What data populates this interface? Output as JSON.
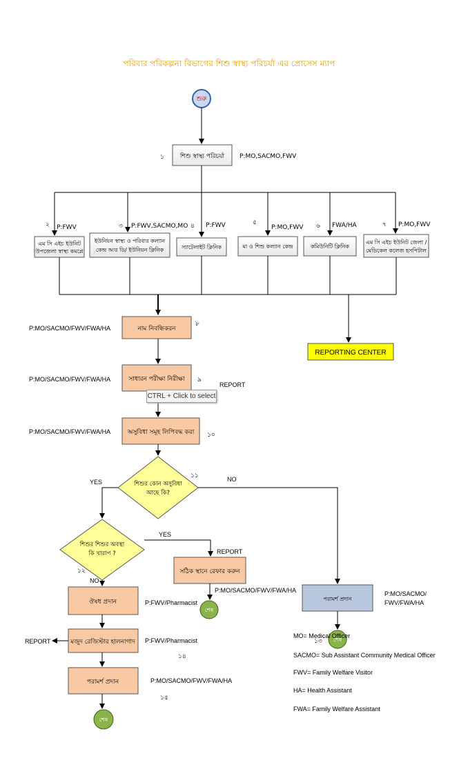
{
  "title": "পরিবার পরিকল্পনা বিভাগের শিশু স্বাস্থ্য পরিচর্যা এর প্রোসেস ম্যাপ",
  "start_label": "শুরু",
  "end_label": "শেষ",
  "step1": {
    "num": "১",
    "label": "শিশু স্বাস্থ্য পরিচর্যা",
    "role": "P:MO,SACMO,FWV"
  },
  "branches": [
    {
      "num": "২",
      "role": "P:FWV",
      "line1": "এম সি এইচ ইউনিট",
      "line2": "উপজেলা স্বাস্থ্য কমপ্লে"
    },
    {
      "num": "৩",
      "role": "P:FWV,SACMO,MO",
      "line1": "ইউনিয়ন স্বাস্থ্য ও পরিবার কল্যান",
      "line2": "কেন্দ্র আর ডি/ ইউনিয়ন ক্লিনিক"
    },
    {
      "num": "৪",
      "role": "P:FWV",
      "line1": "স্যাটেলাইট ক্লিনিক",
      "line2": ""
    },
    {
      "num": "৫",
      "role": "P:MO,FWV",
      "line1": "মা ও শিশু কল্যান কেন্দ্র",
      "line2": ""
    },
    {
      "num": "৬",
      "role": "FWA/HA",
      "line1": "কমিউনিটি ক্লিনিক",
      "line2": ""
    },
    {
      "num": "৭",
      "role": "P:MO,FWV",
      "line1": "এম সি এইচ ইউনিট জেলা /",
      "line2": "মেডিকেল কলেজ হসপিটাল"
    }
  ],
  "reporting_center": "REPORTING CENTER",
  "step8": {
    "num": "৮",
    "label": "নাম নিবন্ধিকরন",
    "role": "P:MO/SACMO/FWV/FWA/HA"
  },
  "step9": {
    "num": "৯",
    "label": "সাধারন পরীক্ষা নিরীক্ষা",
    "role": "P:MO/SACMO/FWV/FWA/HA",
    "report": "REPORT"
  },
  "step10": {
    "num": "১০",
    "label": "অসুবিধা সমূহ লিপিবদ্ধ করা",
    "role": "P:MO/SACMO/FWV/FWA/HA"
  },
  "decision11": {
    "num": "১১",
    "line1": "শিশুর কোন অসুবিধা",
    "line2": "আছে কি?",
    "yes": "YES",
    "no": "NO"
  },
  "decision12": {
    "num": "১২",
    "line1": "শিশুর শিশুর অবস্থা",
    "line2": "কি খারাপ ?",
    "yes": "YES",
    "no": "NO"
  },
  "refer": {
    "label": "সঠিক স্থানে রেফার করুন",
    "report": "REPORT",
    "role": "P:MO/SACMO/FWV/FWA/HA"
  },
  "counsel13": {
    "num": "১৩",
    "label": "পরামর্শ প্রদান",
    "role1": "P:MO/SACMO/",
    "role2": "FWV/FWA/HA"
  },
  "medicine": {
    "label": "ঔষধ প্রদান",
    "role": "P:FWV/Pharmacist"
  },
  "register": {
    "num": "১৪",
    "label": "মজুদ রেজিস্টার হালনাগাদ",
    "role": "P:FWV/Pharmacist",
    "report": "REPORT"
  },
  "counsel15": {
    "num": "১৫",
    "label": "পরামর্শ প্রদান",
    "role": "P:MO/SACMO/FWV/FWA/HA"
  },
  "legend": [
    "MO= Medical Officer",
    "SACMO= Sub Assistant Community Medical Officer",
    "FWV= Family Welfare Visitor",
    "HA= Health Assistant",
    "FWA= Family Welfare Assistant"
  ],
  "tooltip": "CTRL + Click to select",
  "colors": {
    "orange_box": "#f9c9a4",
    "yellow": "#ffff99",
    "blue_box": "#b8c7dd",
    "green_end": "#8ab44a",
    "start_fill": "#c9d8ee",
    "reporting": "#ffff00"
  }
}
